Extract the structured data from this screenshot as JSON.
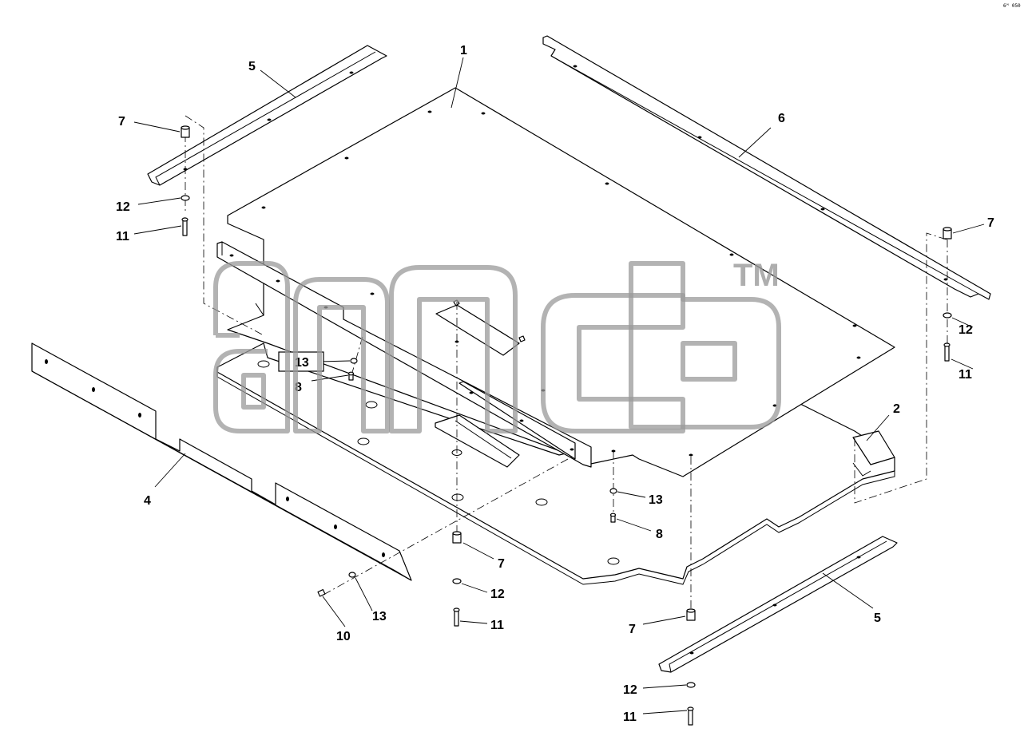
{
  "corner_code": "6ᴹ 050",
  "callouts": [
    {
      "id": "c1",
      "label": "1"
    },
    {
      "id": "c2",
      "label": "2"
    },
    {
      "id": "c4",
      "label": "4"
    },
    {
      "id": "c5a",
      "label": "5"
    },
    {
      "id": "c5b",
      "label": "5"
    },
    {
      "id": "c6",
      "label": "6"
    },
    {
      "id": "c7a",
      "label": "7"
    },
    {
      "id": "c7b",
      "label": "7"
    },
    {
      "id": "c7c",
      "label": "7"
    },
    {
      "id": "c7d",
      "label": "7"
    },
    {
      "id": "c8a",
      "label": "8"
    },
    {
      "id": "c8b",
      "label": "8"
    },
    {
      "id": "c10",
      "label": "10"
    },
    {
      "id": "c11a",
      "label": "11"
    },
    {
      "id": "c11b",
      "label": "11"
    },
    {
      "id": "c11c",
      "label": "11"
    },
    {
      "id": "c11d",
      "label": "11"
    },
    {
      "id": "c12a",
      "label": "12"
    },
    {
      "id": "c12b",
      "label": "12"
    },
    {
      "id": "c12c",
      "label": "12"
    },
    {
      "id": "c12d",
      "label": "12"
    },
    {
      "id": "c13a",
      "label": "13"
    },
    {
      "id": "c13b",
      "label": "13"
    },
    {
      "id": "c13c",
      "label": "13"
    }
  ],
  "watermark": {
    "tm": "TM"
  }
}
